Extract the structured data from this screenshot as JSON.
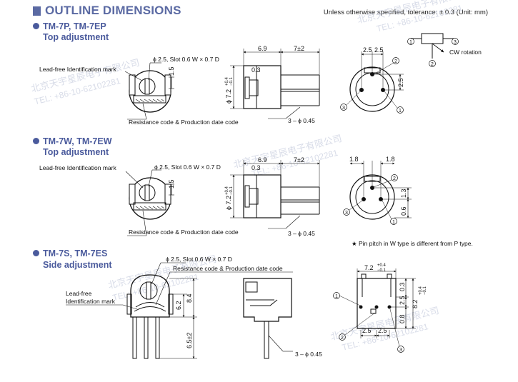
{
  "header": {
    "title": "OUTLINE DIMENSIONS"
  },
  "spec_note": "Unless otherwise specified, tolerance: ± 0.3 (Unit: mm)",
  "sections": [
    {
      "title": "TM-7P, TM-7EP",
      "subtitle": "Top adjustment"
    },
    {
      "title": "TM-7W, TM-7EW",
      "subtitle": "Top adjustment"
    },
    {
      "title": "TM-7S, TM-7ES",
      "subtitle": "Side adjustment"
    }
  ],
  "labels": {
    "lead_free": "Lead-free Identification mark",
    "lead_free_l1": "Lead-free",
    "lead_free_l2": "Identification mark",
    "slot": "ϕ 2.5, Slot  0.6 W × 0.7 D",
    "resistance": "Resistance code & Production date code",
    "cw_rotation": "CW rotation",
    "pin_note": "★ Pin pitch in W type is different from P type.",
    "pins": "3 – ϕ 0.45"
  },
  "dims": {
    "d6_9": "6.9",
    "d7pm2": "7±2",
    "d0_3": "0.3",
    "d1_5": "1.5",
    "d7_2": "ϕ 7.2",
    "tol_plus": "+0.4",
    "tol_minus": "−0.1",
    "d2_5": "2.5",
    "d1_8": "1.8",
    "d1_3": "1.3",
    "d0_6": "0.6",
    "d6_2": "6.2",
    "d8_4": "8.4",
    "d6_5": "6.5±2",
    "d7_2s": "7.2",
    "d0_8": "0.8",
    "d8_2": "8.2"
  },
  "pin_numbers": [
    "1",
    "2",
    "3"
  ],
  "watermark": {
    "company": "北京天宇星辰电子有限公司",
    "phone": "TEL: +86-10-62102281"
  }
}
